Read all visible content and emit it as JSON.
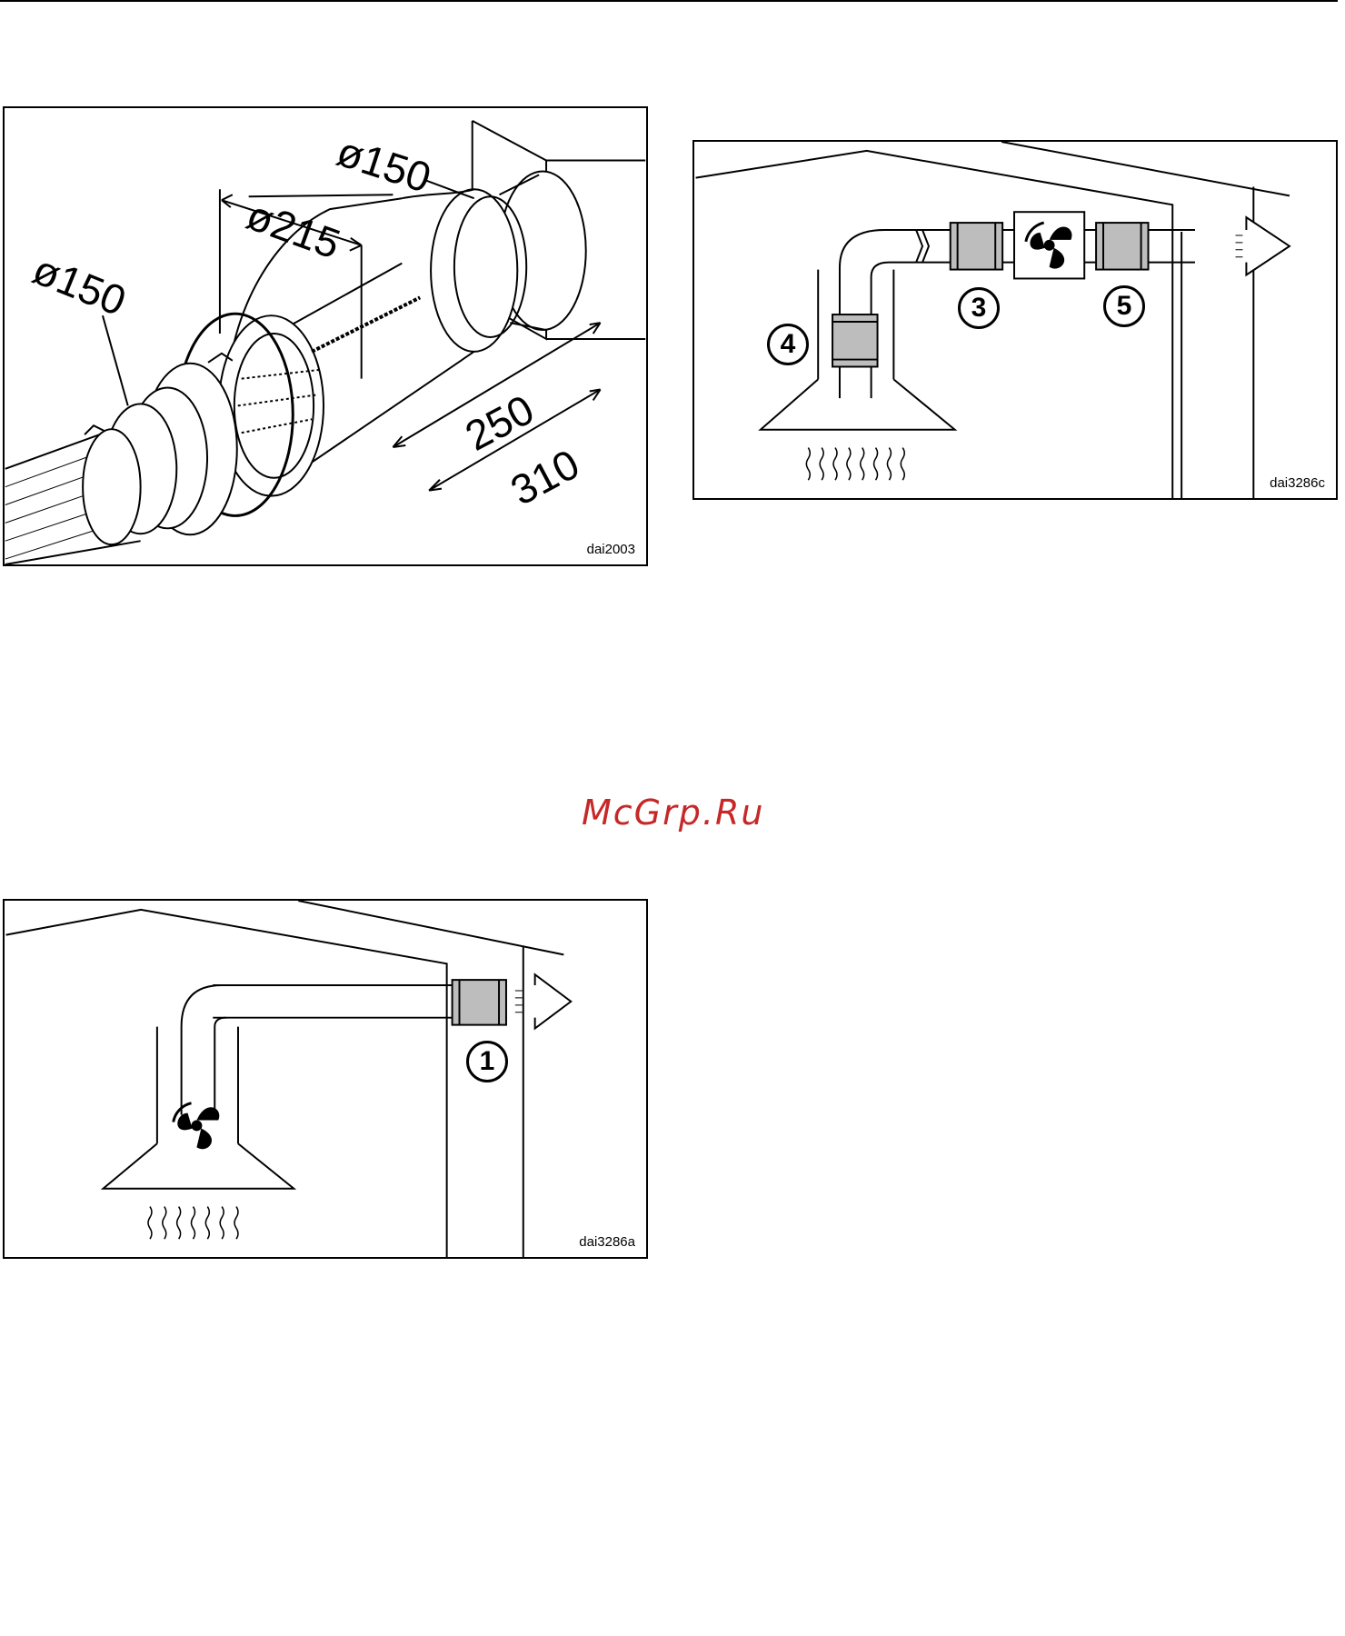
{
  "watermark": "McGrp.Ru",
  "figure_filter": {
    "code": "dai2003",
    "dims": {
      "d150_left": "ø150",
      "d215": "ø215",
      "d150_right": "ø150",
      "len250": "250",
      "len310": "310"
    }
  },
  "figure_hood_external_fan": {
    "code": "dai3286c",
    "callouts": {
      "c4": "4",
      "c3": "3",
      "c5": "5"
    }
  },
  "figure_hood_internal_fan": {
    "code": "dai3286a",
    "callouts": {
      "c1": "1"
    }
  }
}
